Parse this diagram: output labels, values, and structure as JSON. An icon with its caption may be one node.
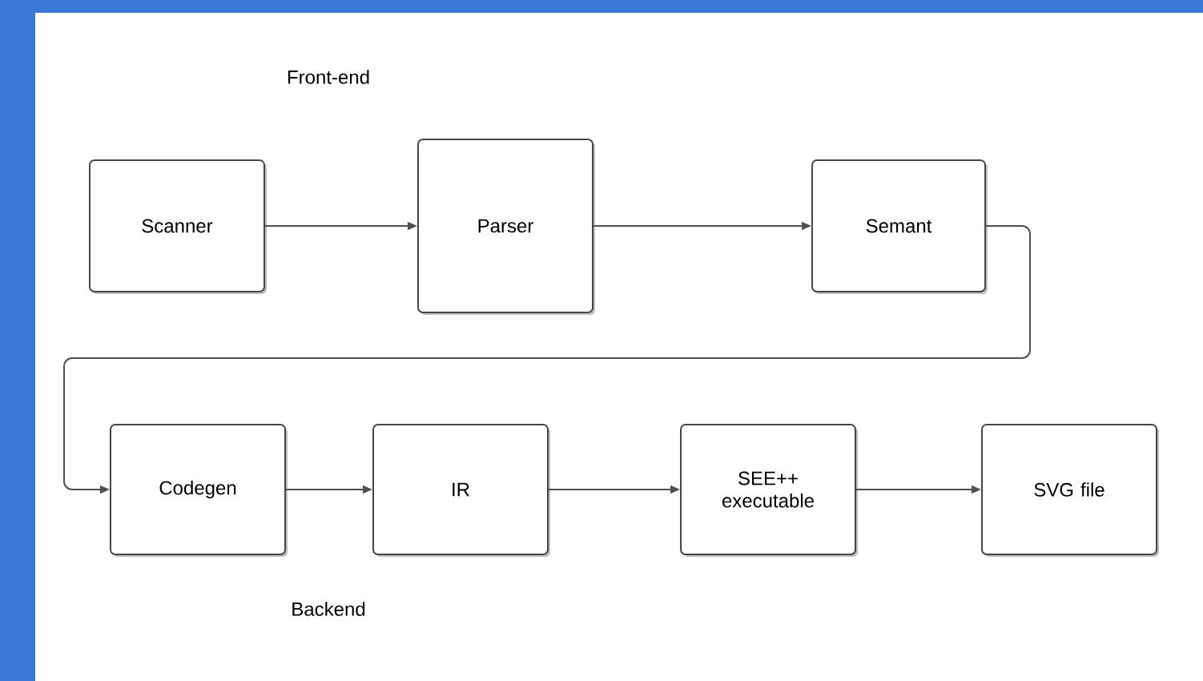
{
  "diagram": {
    "nodes": [
      {
        "text": [
          "Scanner"
        ]
      },
      {
        "text": [
          "Parser"
        ]
      },
      {
        "text": [
          "Semant"
        ]
      },
      {
        "text": [
          "Codegen"
        ]
      },
      {
        "text": [
          "IR"
        ]
      },
      {
        "text": [
          "SEE++ executable"
        ]
      },
      {
        "text": [
          "SVG file"
        ]
      }
    ],
    "edges": [
      {
        "from": 0,
        "to": 1,
        "arrow": "to"
      },
      {
        "from": 1,
        "to": 2,
        "arrow": "to"
      },
      {
        "from": 2,
        "to": 3,
        "arrow": "to"
      },
      {
        "from": 3,
        "to": 4,
        "arrow": "to"
      },
      {
        "from": 4,
        "to": 5,
        "arrow": "to"
      },
      {
        "from": 5,
        "to": 6,
        "arrow": "to"
      }
    ],
    "labels": [
      "Front-end",
      "Backend"
    ]
  }
}
